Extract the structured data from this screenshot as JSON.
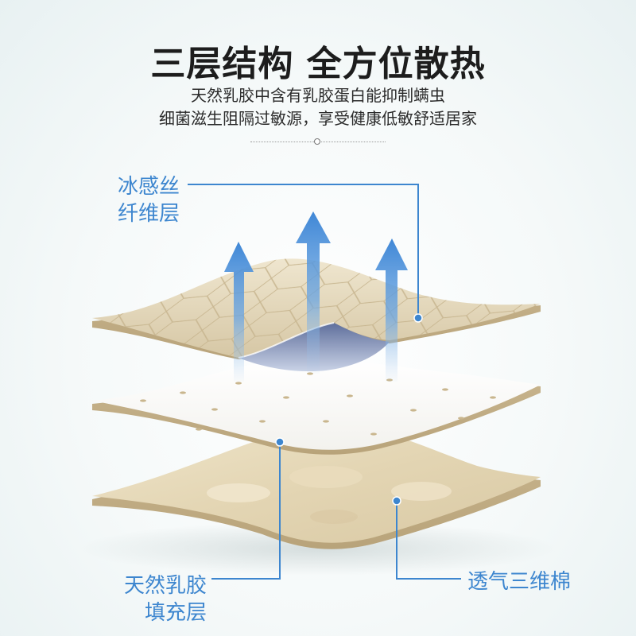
{
  "header": {
    "title": "三层结构 全方位散热",
    "subtitle_line1": "天然乳胶中含有乳胶蛋白能抑制螨虫",
    "subtitle_line2": "细菌滋生阻隔过敏源，享受健康低敏舒适居家"
  },
  "labels": {
    "cool_silk_line1": "冰感丝",
    "cool_silk_line2": "纤维层",
    "latex_line1": "天然乳胶",
    "latex_line2": "填充层",
    "cotton": "透气三维棉"
  },
  "colors": {
    "accent_blue": "#3d86cf",
    "arrow_blue": "#4a8fd8",
    "beige": "#dccfb2",
    "title_black": "#1d1d1d"
  },
  "icons": [
    "up-arrow-icon"
  ]
}
